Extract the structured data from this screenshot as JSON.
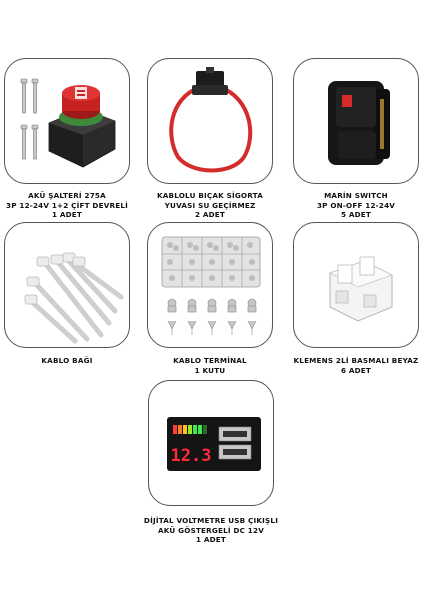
{
  "products": [
    {
      "id": "battery-switch",
      "lines": [
        "AKÜ ŞALTERİ 275A",
        "3P 12-24V 1+2 ÇİFT DEVRELİ",
        "1 ADET"
      ]
    },
    {
      "id": "fuse-holder",
      "lines": [
        "KABLOLU BIÇAK SİGORTA",
        "YUVASI SU GEÇİRMEZ",
        "2 ADET"
      ]
    },
    {
      "id": "marine-switch",
      "lines": [
        "MARİN SWITCH",
        "3P ON-OFF 12-24V",
        "5 ADET"
      ]
    },
    {
      "id": "cable-tie",
      "lines": [
        "KABLO BAĞI"
      ]
    },
    {
      "id": "cable-terminal",
      "lines": [
        "KABLO TERMİNAL",
        "1 KUTU"
      ]
    },
    {
      "id": "terminal-block",
      "lines": [
        "KLEMENS 2Lİ BASMALI BEYAZ",
        "6 ADET"
      ]
    },
    {
      "id": "voltmeter",
      "lines": [
        "DİJİTAL VOLTMETRE USB ÇIKIŞLI",
        "AKÜ GÖSTERGELİ DC 12V",
        "1 ADET"
      ]
    }
  ],
  "voltmeter_display": "12.3",
  "colors": {
    "card_border": "#555555",
    "accent_red": "#d42b2b",
    "display_red": "#ff2a3a"
  }
}
